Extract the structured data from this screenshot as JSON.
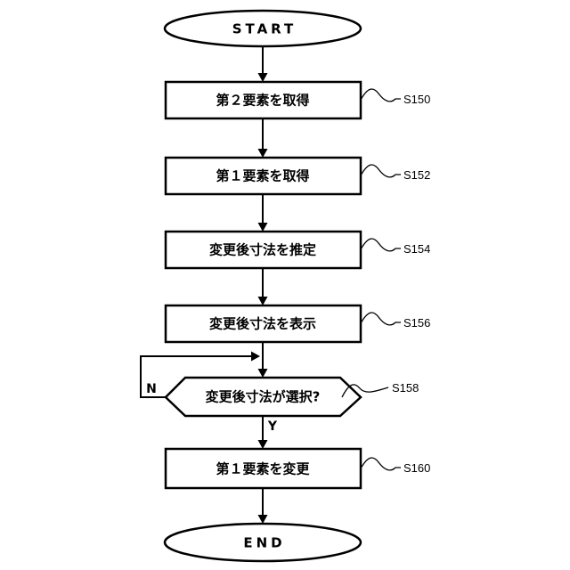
{
  "nodes": {
    "start": {
      "label": "START"
    },
    "s150": {
      "label": "第２要素を取得",
      "ref": "S150"
    },
    "s152": {
      "label": "第１要素を取得",
      "ref": "S152"
    },
    "s154": {
      "label": "変更後寸法を推定",
      "ref": "S154"
    },
    "s156": {
      "label": "変更後寸法を表示",
      "ref": "S156"
    },
    "s158": {
      "label": "変更後寸法が選択?",
      "ref": "S158"
    },
    "s160": {
      "label": "第１要素を変更",
      "ref": "S160"
    },
    "end": {
      "label": "END"
    }
  },
  "branches": {
    "no": "N",
    "yes": "Y"
  }
}
